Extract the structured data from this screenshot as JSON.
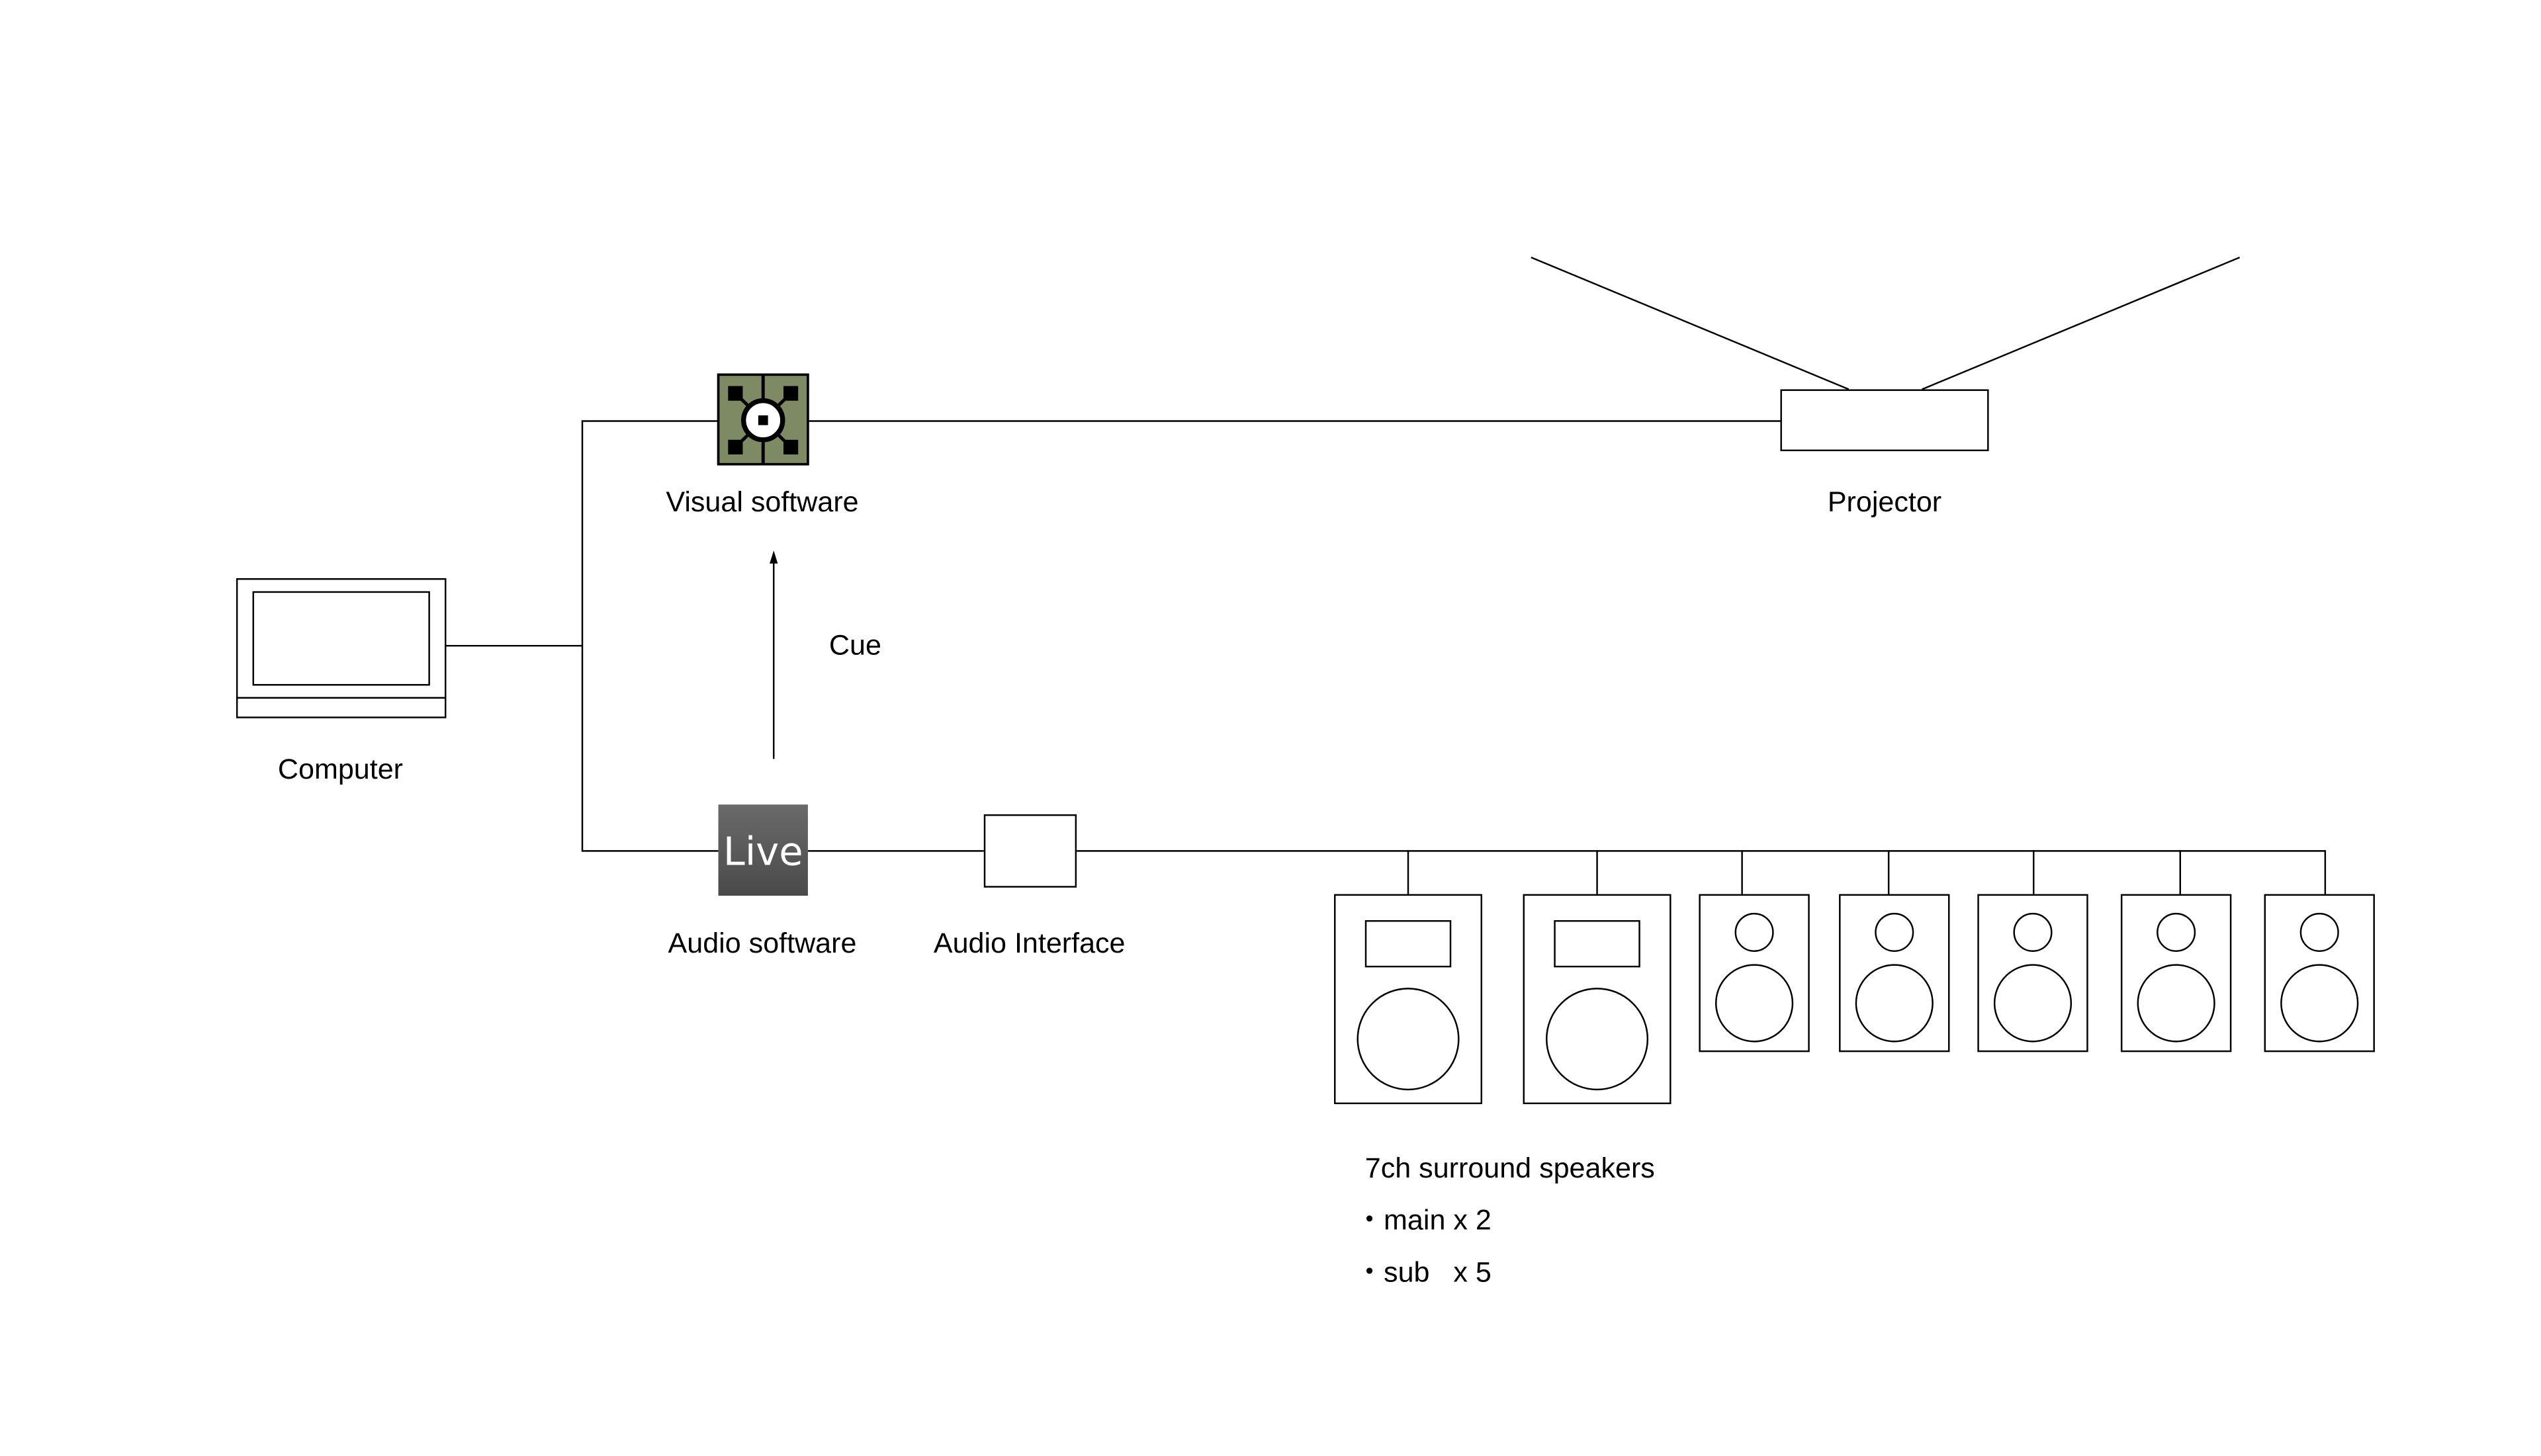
{
  "labels": {
    "computer": "Computer",
    "visual_software": "Visual software",
    "projector": "Projector",
    "cue": "Cue",
    "audio_software": "Audio software",
    "audio_interface": "Audio Interface"
  },
  "speakers": {
    "title": "7ch surround speakers",
    "main_line": "・main x 2",
    "sub_line": "・sub   x 5",
    "main_count": 2,
    "sub_count": 5
  },
  "icons": {
    "visual_software": "visual-software-logo",
    "audio_software": "ableton-live-logo",
    "audio_software_text": "Live"
  },
  "colors": {
    "visual_logo_bg": "#7d8a63",
    "live_logo_top": "#6a6a6a",
    "live_logo_bottom": "#4a4a4a"
  }
}
